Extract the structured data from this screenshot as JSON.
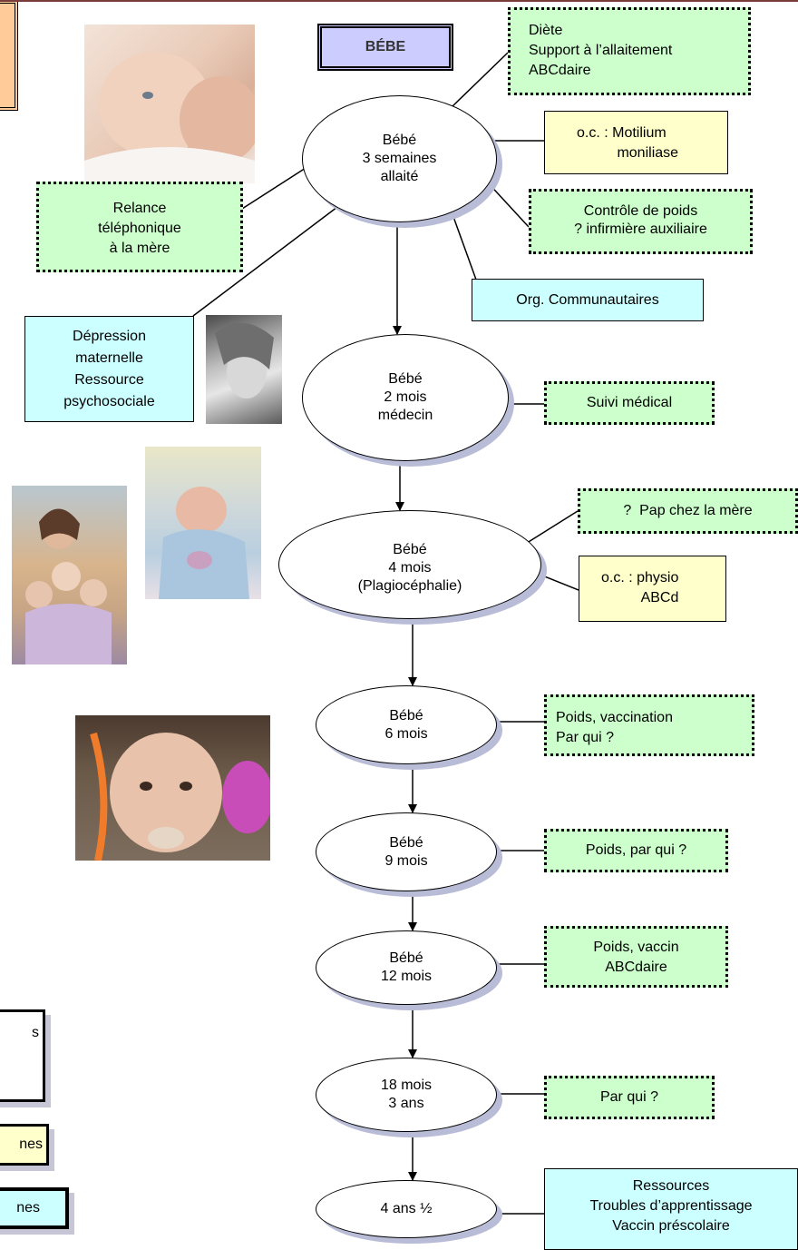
{
  "title": "BÉBE",
  "nodes": {
    "n1": "Bébé\n3 semaines\nallaité",
    "n2": "Bébé\n2 mois\nmédecin",
    "n3": "Bébé\n4 mois\n(Plagiocéphalie)",
    "n4": "Bébé\n6 mois",
    "n5": "Bébé\n9 mois",
    "n6": "Bébé\n12 mois",
    "n7": "18 mois\n3 ans",
    "n8": "4 ans ½"
  },
  "boxes": {
    "diete": "Diète\nSupport à l’allaitement\nABCdaire",
    "motilium": "o.c. : Motilium\n          moniliase",
    "controle": "Contrôle de poids\n? infirmière auxiliaire",
    "orgcom": "Org. Communautaires",
    "relance": "Relance\ntéléphonique\nà la mère",
    "depression": "Dépression\nmaternelle\nRessource\npsychosociale",
    "suivi": "Suivi médical",
    "pap": "?  Pap chez la mère",
    "physio": "o.c. : physio\n          ABCd",
    "poids6": "Poids, vaccination\nPar qui ?",
    "poids9": "Poids, par qui ?",
    "poids12": "Poids, vaccin\nABCdaire",
    "parqui": "Par qui ?",
    "ressources": "Ressources\nTroubles d’apprentissage\nVaccin préscolaire"
  },
  "legend": {
    "white": "s",
    "yellow": "nes",
    "cyan": "nes"
  },
  "colors": {
    "green_box": "#ccffcc",
    "yellow_box": "#ffffcc",
    "cyan_box": "#ccffff",
    "title_box": "#ccccff",
    "top_left_box": "#ffcc99"
  }
}
